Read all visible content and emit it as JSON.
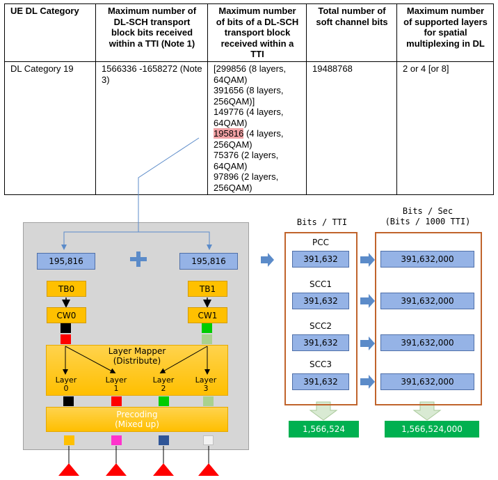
{
  "table": {
    "headers": [
      "UE DL Category",
      "Maximum number of DL-SCH transport block bits received within a TTI (Note 1)",
      "Maximum number of bits of a DL-SCH transport block received within a TTI",
      "Total number of soft channel bits",
      "Maximum number of supported layers for spatial multiplexing in DL"
    ],
    "row": {
      "category": "DL Category 19",
      "max_tb_bits_tti": "1566336 -1658272 (Note 3)",
      "tb_bits_lines": [
        "[299856 (8 layers, 64QAM)",
        "391656 (8 layers, 256QAM)]",
        "149776 (4 layers, 64QAM)",
        "195816",
        " (4 layers, 256QAM)",
        "75376 (2 layers, 64QAM)",
        "97896 (2 layers, 256QAM)"
      ],
      "soft_bits": "19488768",
      "layers": "2 or 4 [or 8]"
    }
  },
  "diagram": {
    "left_value": "195,816",
    "right_value": "195,816",
    "plus": "+",
    "tb0": "TB0",
    "tb1": "TB1",
    "cw0": "CW0",
    "cw1": "CW1",
    "mapper_title": "Layer Mapper",
    "mapper_sub": "(Distribute)",
    "layers": [
      {
        "label": "Layer",
        "num": "0"
      },
      {
        "label": "Layer",
        "num": "1"
      },
      {
        "label": "Layer",
        "num": "2"
      },
      {
        "label": "Layer",
        "num": "3"
      }
    ],
    "precoding_title": "Precoding",
    "precoding_sub": "(Mixed up)",
    "colors": {
      "cw0_symbols": [
        "#000000",
        "#ff0000"
      ],
      "cw1_symbols": [
        "#00cc00",
        "#a9d18e"
      ],
      "layer_symbols": [
        "#000000",
        "#ff0000",
        "#00cc00",
        "#a9d18e"
      ],
      "precoded_symbols": [
        "#ffc000",
        "#ff33cc",
        "#2f5597",
        "#f2f2f2"
      ],
      "antenna": "#ff0000"
    }
  },
  "throughput": {
    "bits_tti_header": "Bits / TTI",
    "bits_sec_header": "Bits / Sec",
    "bits_sec_sub": "(Bits / 1000 TTI)",
    "carriers": [
      {
        "name": "PCC",
        "tti": "391,632",
        "sec": "391,632,000"
      },
      {
        "name": "SCC1",
        "tti": "391,632",
        "sec": "391,632,000"
      },
      {
        "name": "SCC2",
        "tti": "391,632",
        "sec": "391,632,000"
      },
      {
        "name": "SCC3",
        "tti": "391,632",
        "sec": "391,632,000"
      }
    ],
    "total_tti": "1,566,524",
    "total_sec": "1,566,524,000"
  }
}
